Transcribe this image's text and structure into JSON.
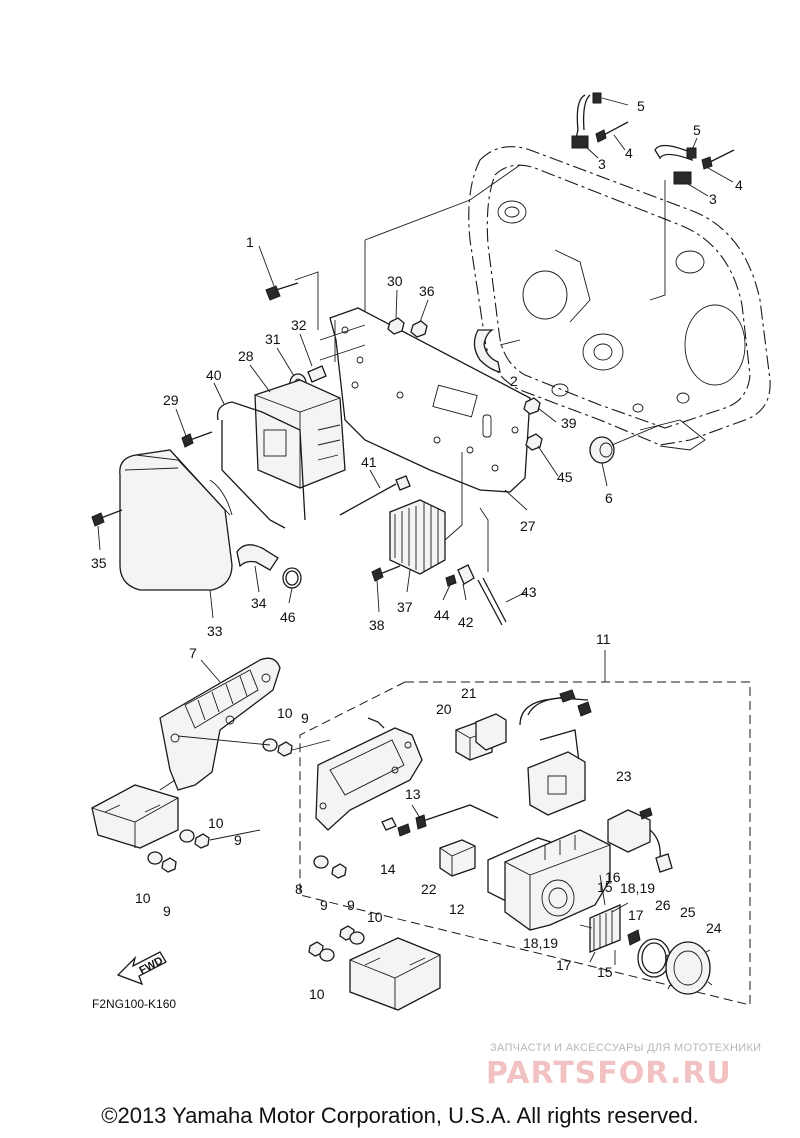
{
  "diagram": {
    "part_numbers": [
      "1",
      "2",
      "3",
      "3",
      "4",
      "4",
      "5",
      "5",
      "6",
      "7",
      "8",
      "9",
      "9",
      "9",
      "9",
      "9",
      "10",
      "10",
      "10",
      "10",
      "10",
      "11",
      "12",
      "13",
      "14",
      "15",
      "15",
      "16",
      "17",
      "17",
      "18,19",
      "18,19",
      "20",
      "21",
      "22",
      "23",
      "24",
      "25",
      "26",
      "27",
      "28",
      "29",
      "30",
      "31",
      "32",
      "33",
      "34",
      "35",
      "36",
      "37",
      "38",
      "39",
      "40",
      "41",
      "42",
      "43",
      "44",
      "45",
      "46"
    ],
    "drawing_code": "F2NG100-K160",
    "fwd_label": "FWD"
  },
  "watermark": {
    "tagline": "ЗАПЧАСТИ И АКСЕССУАРЫ ДЛЯ МОТОТЕХНИКИ",
    "logo_text": "PARTSFOR.RU"
  },
  "footer": {
    "copyright": "©2013 Yamaha Motor Corporation, U.S.A. All rights reserved."
  },
  "colors": {
    "line": "#1a1a1a",
    "watermark_logo": "#f2c2c2",
    "watermark_text": "#b8b8b8"
  }
}
